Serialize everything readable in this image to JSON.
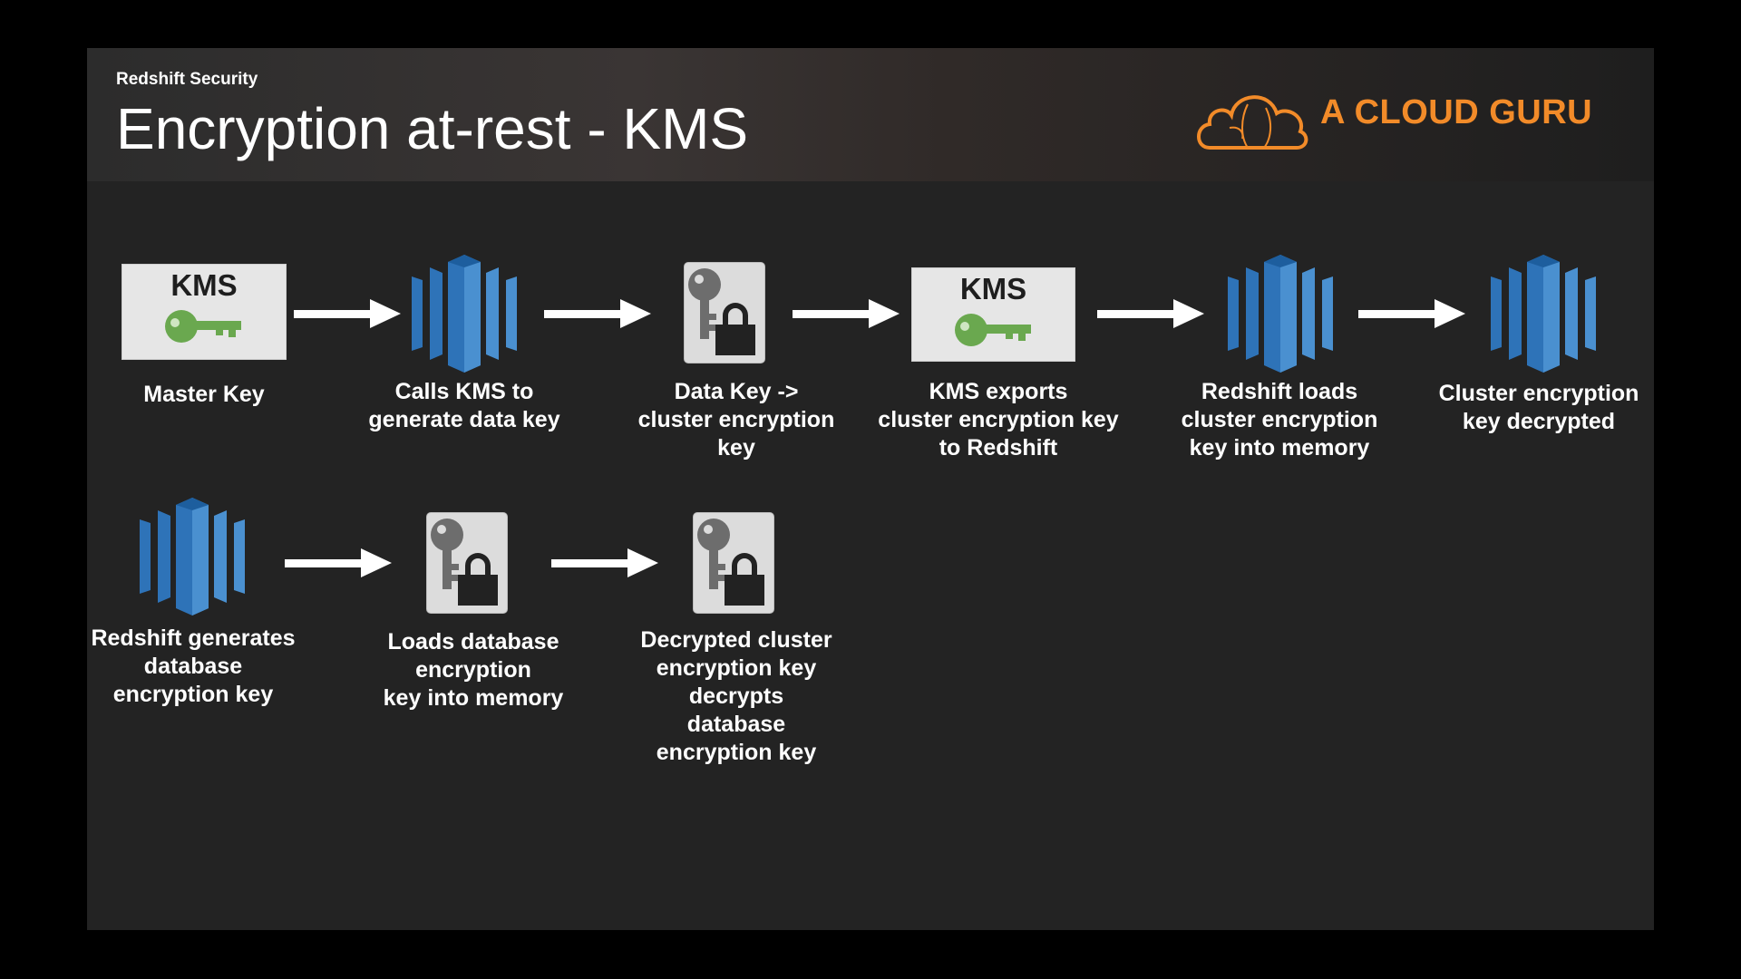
{
  "header": {
    "subtitle": "Redshift Security",
    "title": "Encryption at-rest - KMS",
    "logo_text": "A CLOUD GURU",
    "logo_color": "#f28b29"
  },
  "colors": {
    "redshift_blue": "#2e73b8",
    "key_green": "#6aa84f",
    "background": "#232323"
  },
  "steps": [
    {
      "icon": "kms-key-icon",
      "icon_text": "KMS",
      "label": "Master Key"
    },
    {
      "icon": "redshift-icon",
      "label": "Calls KMS to\ngenerate data key"
    },
    {
      "icon": "key-lock-icon",
      "label": "Data Key ->\ncluster encryption\nkey"
    },
    {
      "icon": "kms-key-icon",
      "icon_text": "KMS",
      "label": "KMS exports\ncluster encryption key\nto Redshift"
    },
    {
      "icon": "redshift-icon",
      "label": "Redshift loads\ncluster encryption\nkey into memory"
    },
    {
      "icon": "redshift-icon",
      "label": "Cluster encryption\nkey decrypted"
    },
    {
      "icon": "redshift-icon",
      "label": "Redshift generates\ndatabase\nencryption key"
    },
    {
      "icon": "key-lock-icon",
      "label": "Loads database\nencryption\nkey into memory"
    },
    {
      "icon": "key-lock-icon",
      "label": "Decrypted cluster\nencryption key\ndecrypts\ndatabase\nencryption key"
    }
  ]
}
